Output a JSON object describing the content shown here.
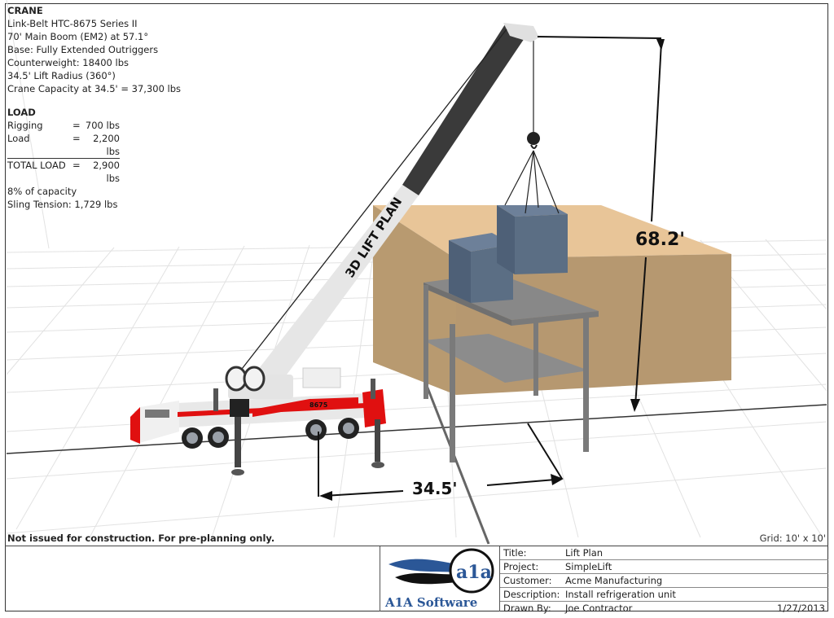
{
  "crane": {
    "header": "CRANE",
    "model": "Link-Belt HTC-8675 Series II",
    "boom": "70' Main Boom (EM2) at 57.1°",
    "base": "Base: Fully Extended Outriggers",
    "counterweight": "Counterweight: 18400 lbs",
    "radius": "34.5' Lift Radius (360°)",
    "capacity": "Crane Capacity at 34.5' = 37,300 lbs"
  },
  "load": {
    "header": "LOAD",
    "rows": [
      {
        "label": "Rigging",
        "eq": "=",
        "value": "700 lbs"
      },
      {
        "label": "Load",
        "eq": "=",
        "value": "2,200 lbs"
      },
      {
        "label": "TOTAL LOAD",
        "eq": "=",
        "value": "2,900 lbs"
      }
    ],
    "percent": "8% of capacity",
    "sling_tension": "Sling Tension: 1,729 lbs"
  },
  "scene": {
    "boom_text": "3D LIFT PLAN",
    "crane_number": "8675",
    "height_dimension": "68.2'",
    "radius_dimension": "34.5'",
    "colors": {
      "building_top": "#e8c598",
      "building_side": "#b89a70",
      "building_front": "#c8a77a",
      "load_box": "#5b6e84",
      "table": "#8a8a8a",
      "crane_red": "#e01010",
      "boom_dark": "#3a3a3a",
      "boom_light": "#e6e6e6",
      "grid": "#dedede"
    }
  },
  "footer": {
    "disclaimer": "Not issued for construction. For pre-planning only.",
    "grid": "Grid: 10' x 10'"
  },
  "titleblock": {
    "logo_text": "A1A Software",
    "logo_mark": "a1a",
    "fields": [
      {
        "key": "Title:",
        "value": "Lift Plan"
      },
      {
        "key": "Project:",
        "value": "SimpleLift"
      },
      {
        "key": "Customer:",
        "value": "Acme Manufacturing"
      },
      {
        "key": "Description:",
        "value": "Install refrigeration unit"
      },
      {
        "key": "Drawn By:",
        "value": "Joe Contractor",
        "date": "1/27/2013"
      }
    ]
  }
}
